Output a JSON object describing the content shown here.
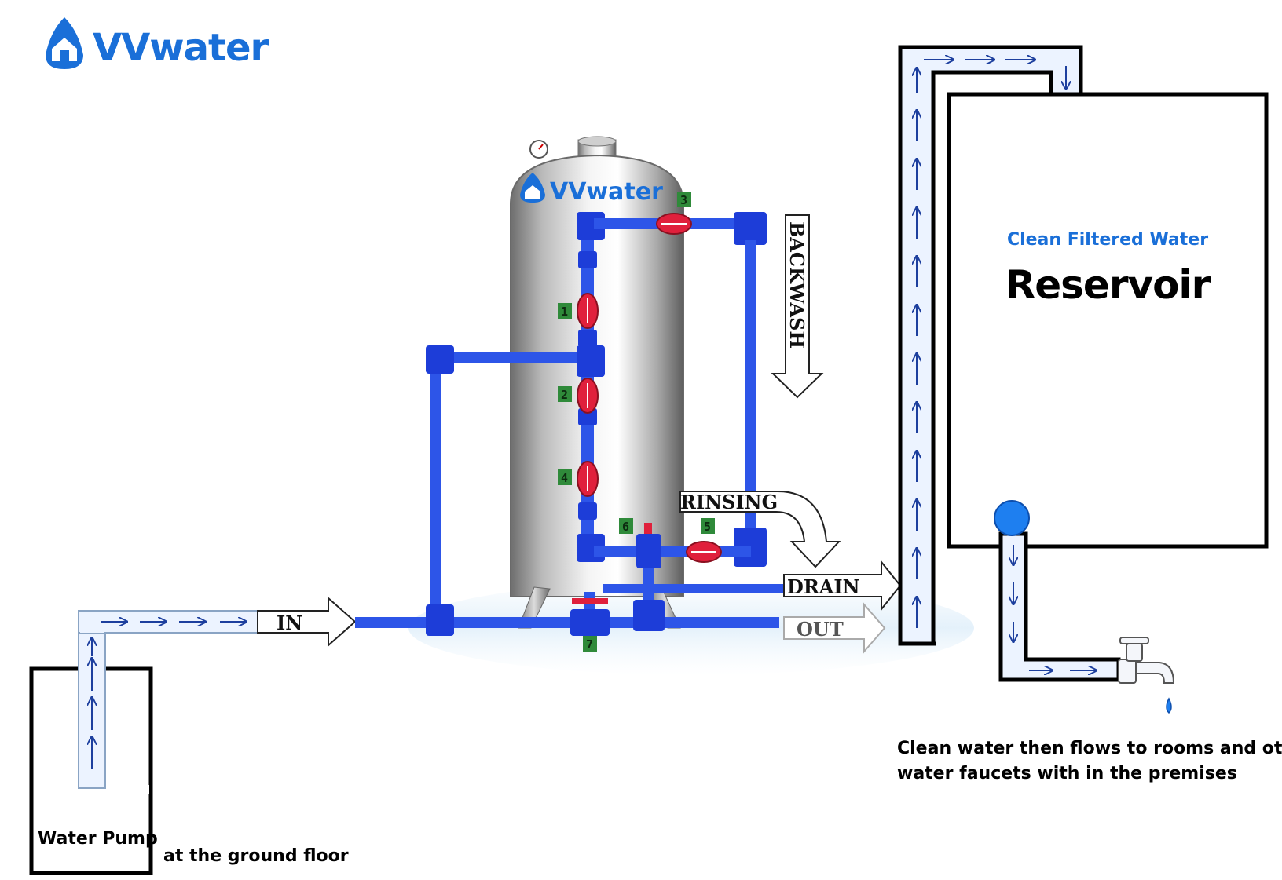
{
  "brand": {
    "name": "VVwater",
    "tank_logo": "VVwater",
    "color": "#1a6fd8",
    "icon": "house-drop-icon"
  },
  "labels": {
    "in": "IN",
    "out": "OUT",
    "drain": "DRAIN",
    "rinsing": "RINSING",
    "backwash": "BACKWASH",
    "water_pump": "Water Pump",
    "ground_floor": "at the ground floor",
    "reservoir_sub": "Clean Filtered Water",
    "reservoir": "Reservoir",
    "note_line1": "Clean water then flows to rooms and other",
    "note_line2": "water faucets with in the premises"
  },
  "valves": [
    "1",
    "2",
    "3",
    "4",
    "5",
    "6",
    "7"
  ],
  "colors": {
    "pipe": "#2d55e8",
    "pipe_light": "#6f8ff5",
    "valve": "#e0203c",
    "outline": "#000000",
    "water": "#ecf3ff",
    "valve_tag": "#2f8a3a"
  }
}
